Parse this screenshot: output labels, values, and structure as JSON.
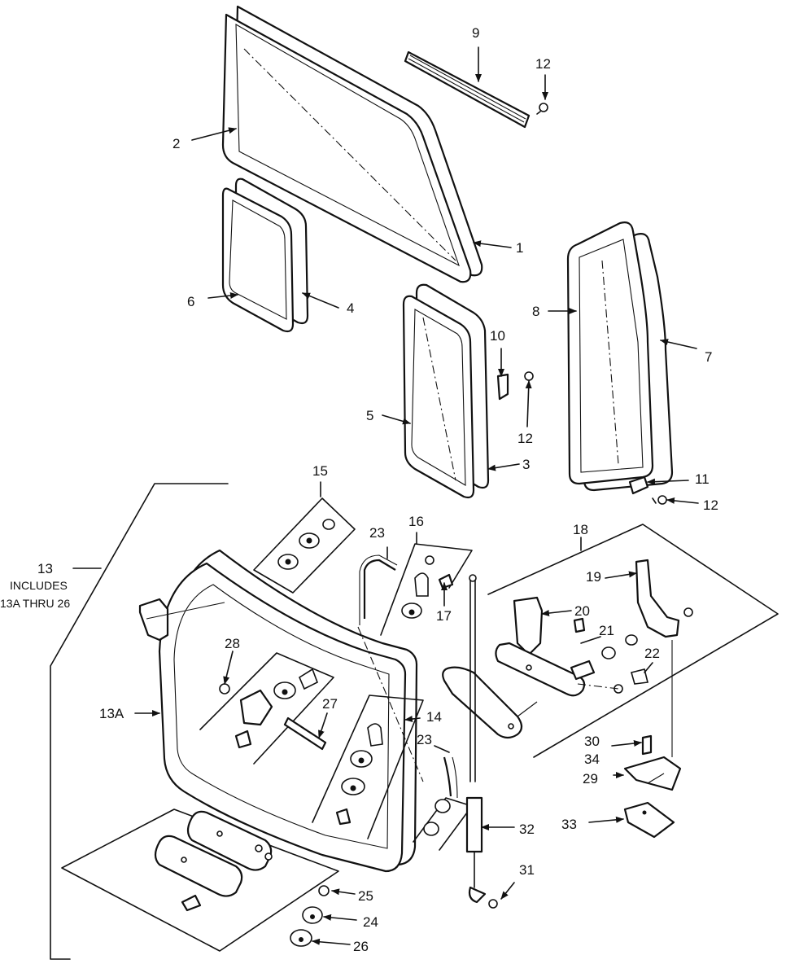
{
  "labels": {
    "c1": "1",
    "c2": "2",
    "c3": "3",
    "c4": "4",
    "c5": "5",
    "c6": "6",
    "c7": "7",
    "c8": "8",
    "c9": "9",
    "c10": "10",
    "c11": "11",
    "c12a": "12",
    "c12b": "12",
    "c12c": "12",
    "c13": "13",
    "c13_note1": "INCLUDES",
    "c13_note2": "13A THRU 26",
    "c13A": "13A",
    "c14": "14",
    "c15": "15",
    "c16": "16",
    "c17": "17",
    "c18": "18",
    "c19": "19",
    "c20": "20",
    "c21": "21",
    "c22": "22",
    "c23a": "23",
    "c23b": "23",
    "c24": "24",
    "c25": "25",
    "c26": "26",
    "c27": "27",
    "c28": "28",
    "c29": "29",
    "c30": "30",
    "c34": "34",
    "c31": "31",
    "c32": "32",
    "c33": "33"
  }
}
